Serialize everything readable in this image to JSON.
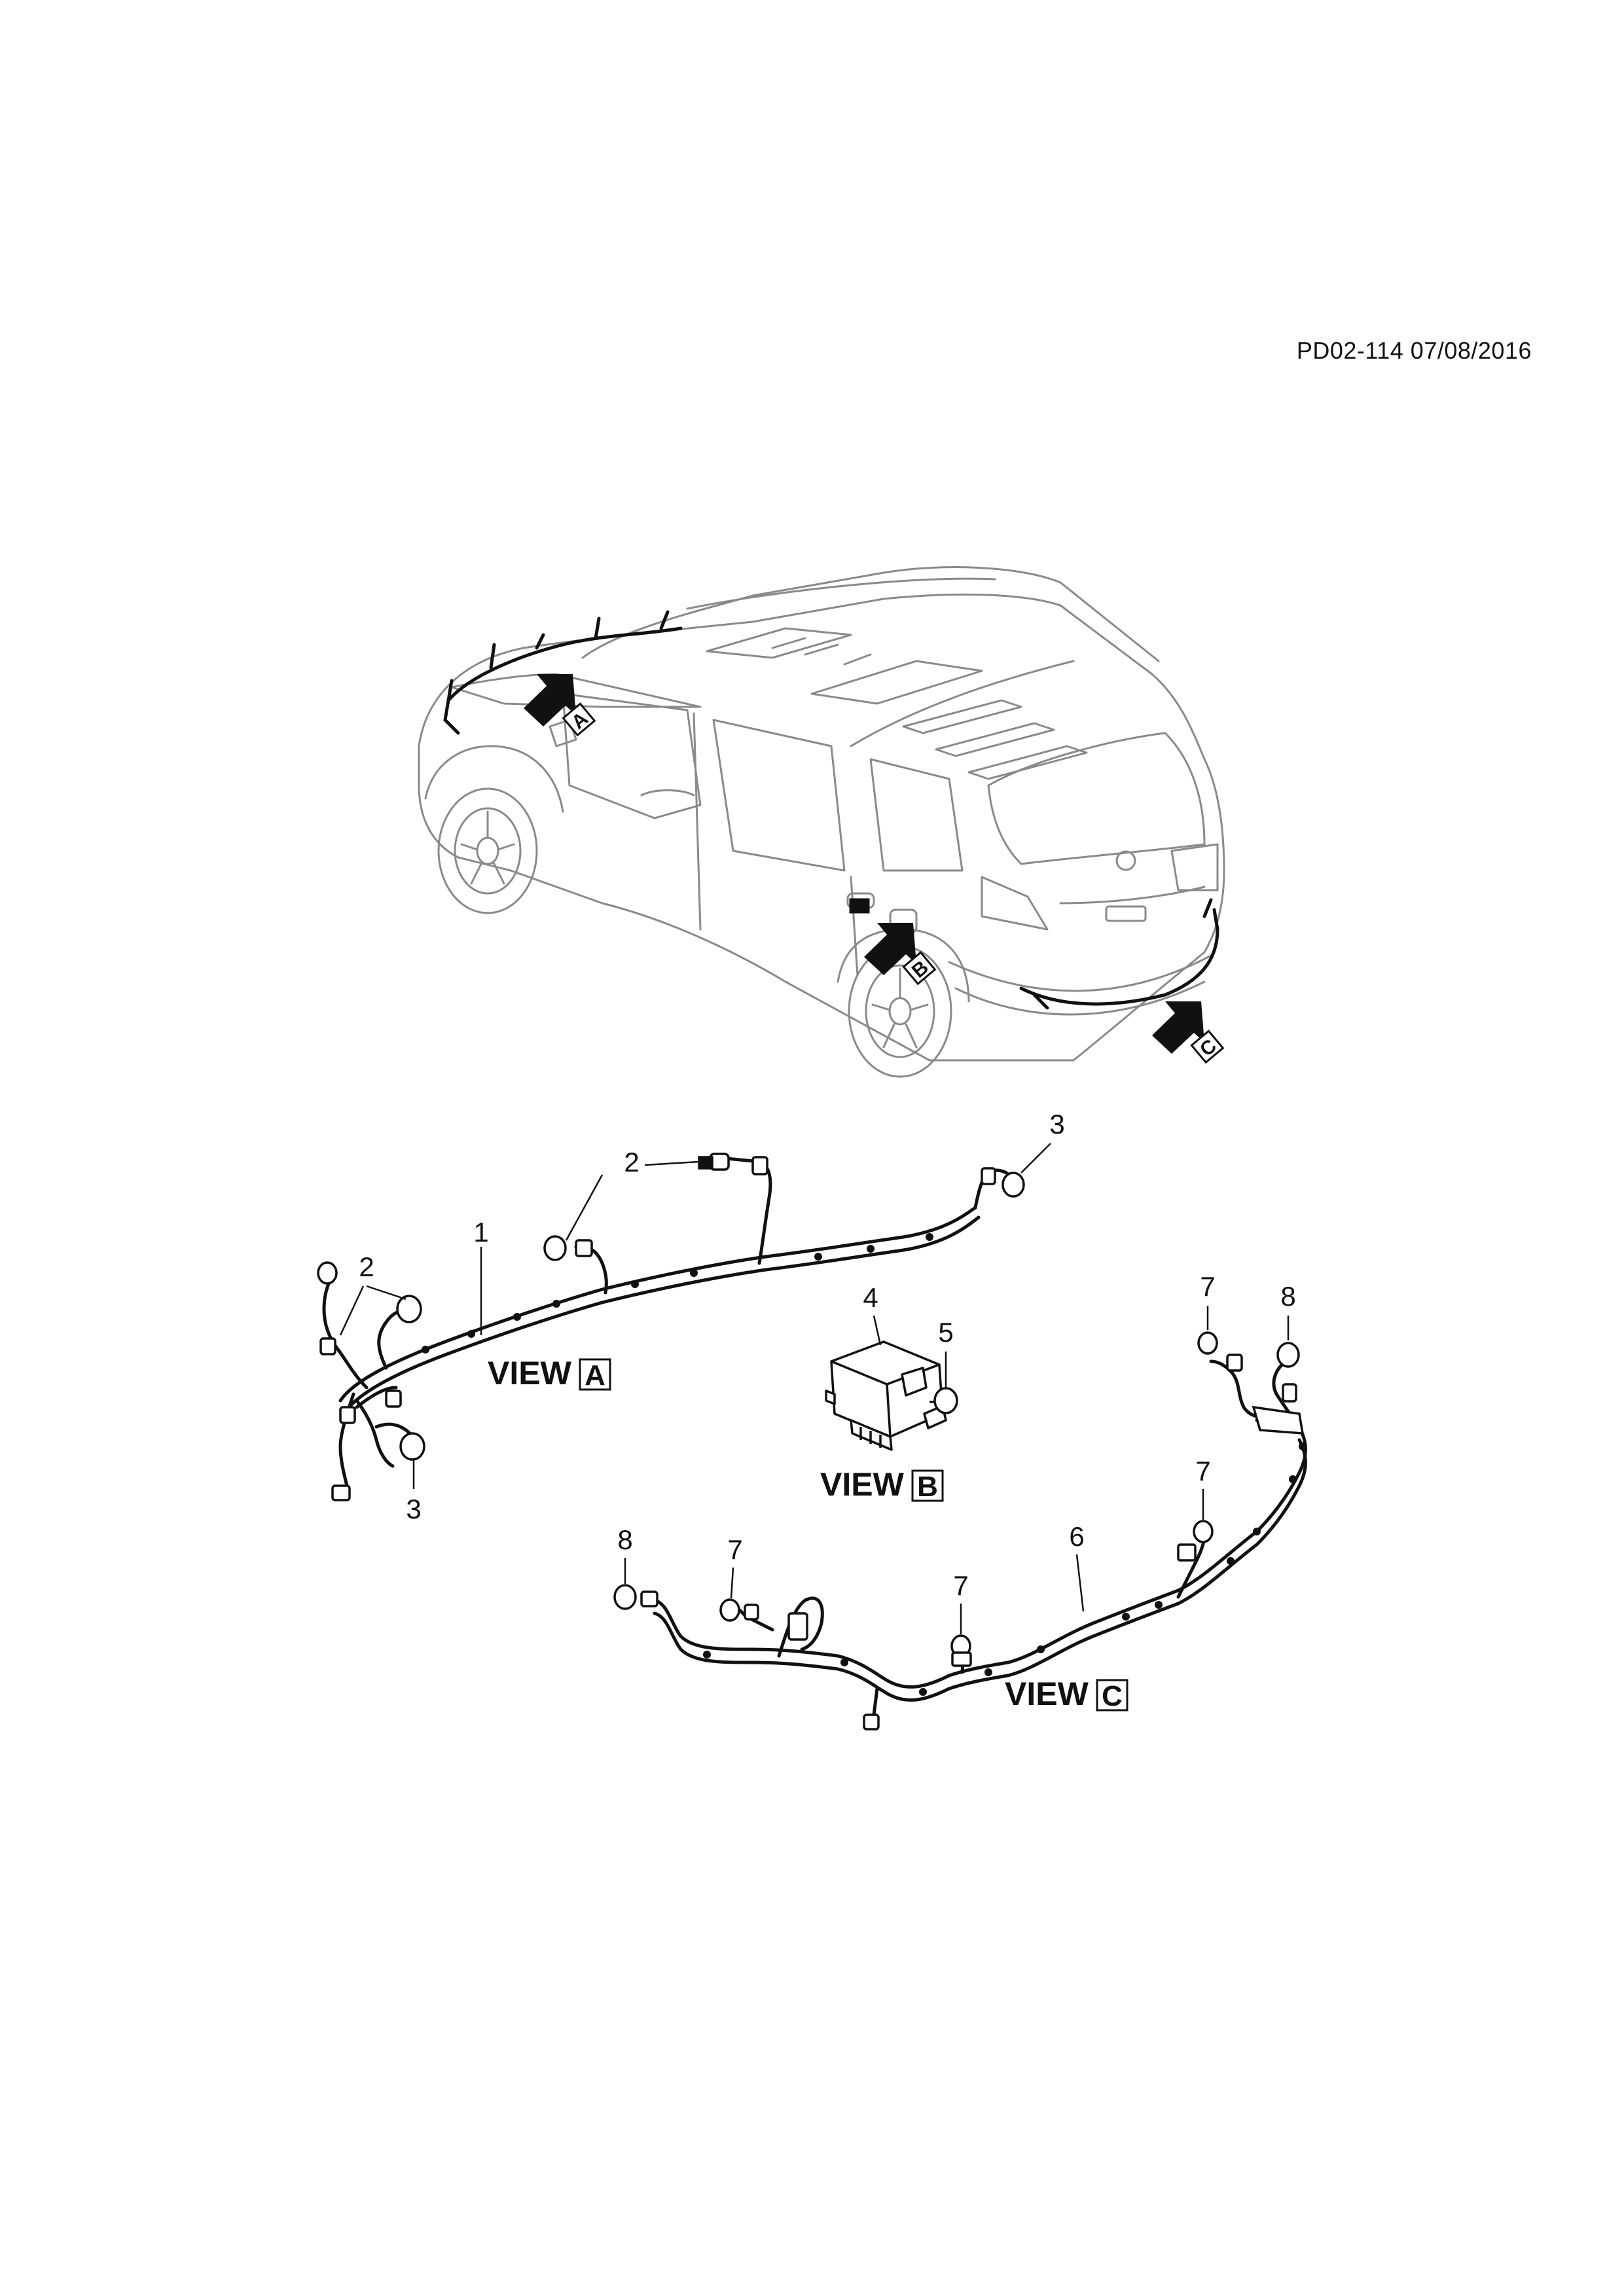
{
  "document_id": "PD02-114 07/08/2016",
  "arrow_labels": {
    "a": "A",
    "b": "B",
    "c": "C"
  },
  "views": {
    "a": {
      "word": "VIEW",
      "letter": "A"
    },
    "b": {
      "word": "VIEW",
      "letter": "B"
    },
    "c": {
      "word": "VIEW",
      "letter": "C"
    }
  },
  "callouts": {
    "view_a_1": "1",
    "view_a_2_top": "2",
    "view_a_2_left": "2",
    "view_a_3_top": "3",
    "view_a_3_bottom": "3",
    "view_b_4": "4",
    "view_b_5": "5",
    "view_c_6": "6",
    "view_c_7_upper_right": "7",
    "view_c_7_mid_right": "7",
    "view_c_7_center": "7",
    "view_c_7_left": "7",
    "view_c_8_right": "8",
    "view_c_8_left": "8"
  },
  "colors": {
    "ink": "#111111",
    "car_outline": "#8a8a8a",
    "paper": "#ffffff"
  }
}
